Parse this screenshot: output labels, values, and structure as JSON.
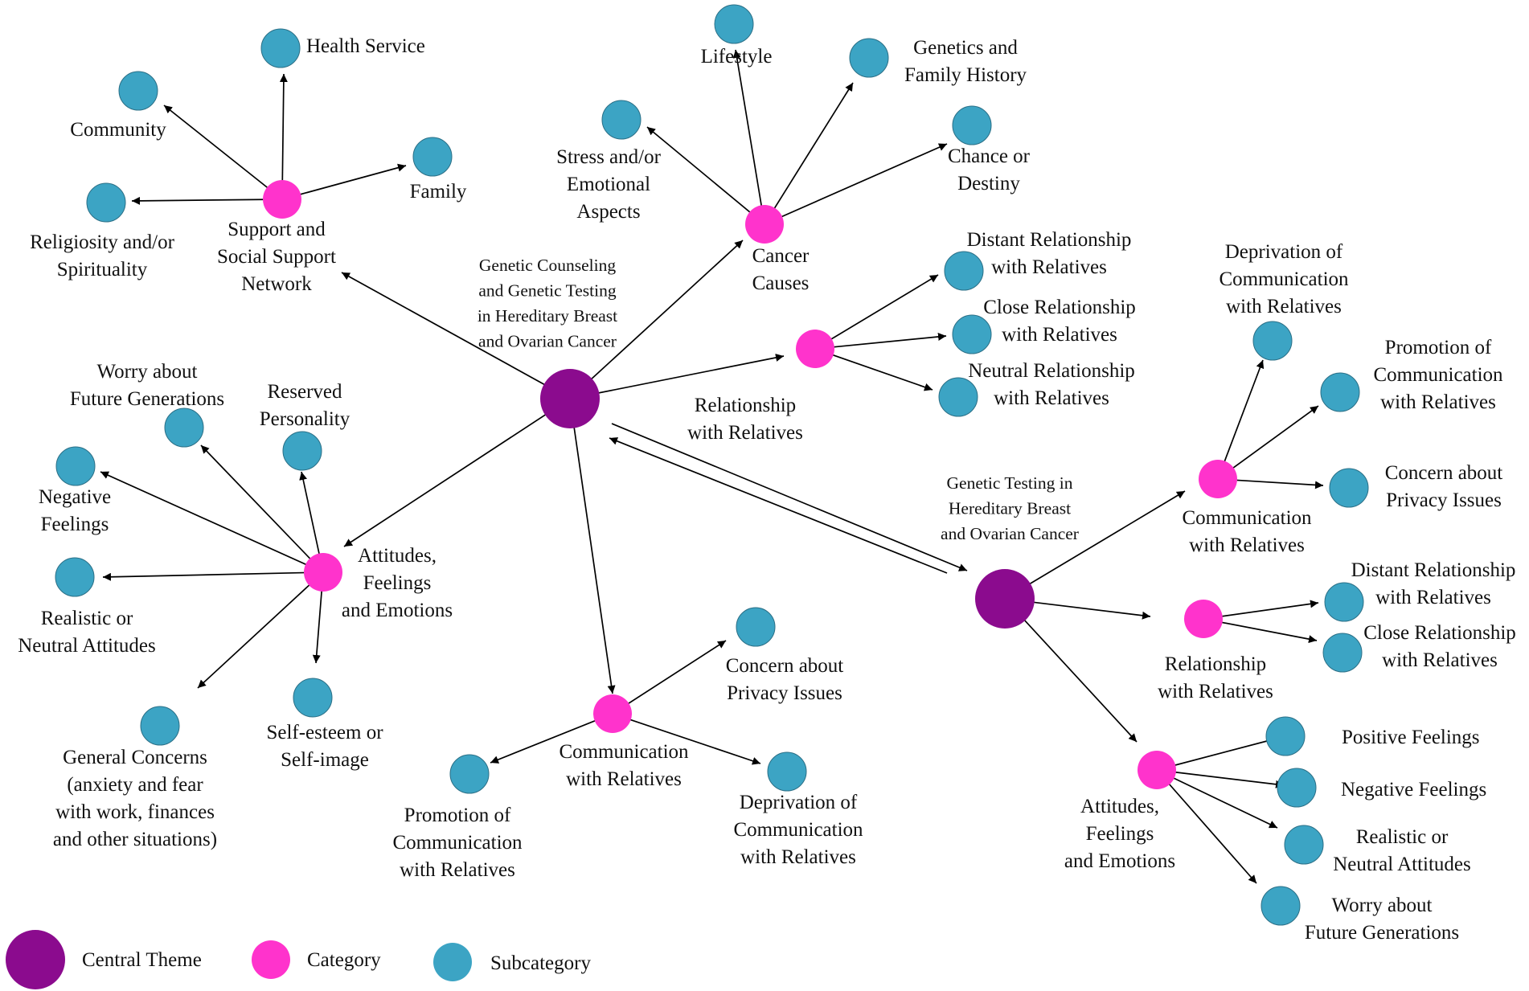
{
  "colors": {
    "central": "#8b0b8e",
    "category": "#ff33cc",
    "subcategory": "#3ca4c4",
    "edge": "#000000"
  },
  "nodes": {
    "c1": {
      "kind": "central",
      "label": [
        "Genetic Counseling",
        "and Genetic Testing",
        "in Hereditary Breast",
        "and Ovarian Cancer"
      ]
    },
    "c2": {
      "kind": "central",
      "label": [
        "Genetic Testing in",
        "Hereditary Breast",
        "and Ovarian Cancer"
      ]
    },
    "cat_support": {
      "kind": "category",
      "label": [
        "Support and",
        "Social Support",
        "Network"
      ]
    },
    "cat_causes": {
      "kind": "category",
      "label": [
        "Cancer",
        "Causes"
      ]
    },
    "cat_rel1": {
      "kind": "category",
      "label": [
        "Relationship",
        "with Relatives"
      ]
    },
    "cat_att1": {
      "kind": "category",
      "label": [
        "Attitudes,",
        "Feelings",
        "and Emotions"
      ]
    },
    "cat_comm1": {
      "kind": "category",
      "label": [
        "Communication",
        "with Relatives"
      ]
    },
    "cat_comm2": {
      "kind": "category",
      "label": [
        "Communication",
        "with Relatives"
      ]
    },
    "cat_rel2": {
      "kind": "category",
      "label": [
        "Relationship",
        "with Relatives"
      ]
    },
    "cat_att2": {
      "kind": "category",
      "label": [
        "Attitudes,",
        "Feelings",
        "and Emotions"
      ]
    },
    "s_health": {
      "kind": "subcategory",
      "label": [
        "Health Service"
      ]
    },
    "s_community": {
      "kind": "subcategory",
      "label": [
        "Community"
      ]
    },
    "s_family": {
      "kind": "subcategory",
      "label": [
        "Family"
      ]
    },
    "s_relig": {
      "kind": "subcategory",
      "label": [
        "Religiosity and/or",
        "Spirituality"
      ]
    },
    "s_lifestyle": {
      "kind": "subcategory",
      "label": [
        "Lifestyle"
      ]
    },
    "s_genetics": {
      "kind": "subcategory",
      "label": [
        "Genetics and",
        "Family History"
      ]
    },
    "s_stress": {
      "kind": "subcategory",
      "label": [
        "Stress and/or",
        "Emotional",
        "Aspects"
      ]
    },
    "s_chance": {
      "kind": "subcategory",
      "label": [
        "Chance or",
        "Destiny"
      ]
    },
    "s_distant1": {
      "kind": "subcategory",
      "label": [
        "Distant Relationship",
        "with Relatives"
      ]
    },
    "s_close1": {
      "kind": "subcategory",
      "label": [
        "Close Relationship",
        "with Relatives"
      ]
    },
    "s_neutral1": {
      "kind": "subcategory",
      "label": [
        "Neutral Relationship",
        "with Relatives"
      ]
    },
    "s_worry1": {
      "kind": "subcategory",
      "label": [
        "Worry about",
        "Future Generations"
      ]
    },
    "s_reserved": {
      "kind": "subcategory",
      "label": [
        "Reserved",
        "Personality"
      ]
    },
    "s_negative1": {
      "kind": "subcategory",
      "label": [
        "Negative",
        "Feelings"
      ]
    },
    "s_realistic1": {
      "kind": "subcategory",
      "label": [
        "Realistic or",
        "Neutral Attitudes"
      ]
    },
    "s_general": {
      "kind": "subcategory",
      "label": [
        "General Concerns",
        "(anxiety and fear",
        "with work, finances",
        "and other situations)"
      ]
    },
    "s_selfesteem": {
      "kind": "subcategory",
      "label": [
        "Self-esteem or",
        "Self-image"
      ]
    },
    "s_privacy1": {
      "kind": "subcategory",
      "label": [
        "Concern about",
        "Privacy Issues"
      ]
    },
    "s_promotion1": {
      "kind": "subcategory",
      "label": [
        "Promotion of",
        "Communication",
        "with Relatives"
      ]
    },
    "s_deprivation1": {
      "kind": "subcategory",
      "label": [
        "Deprivation of",
        "Communication",
        "with Relatives"
      ]
    },
    "s_deprivation2": {
      "kind": "subcategory",
      "label": [
        "Deprivation of",
        "Communication",
        "with Relatives"
      ]
    },
    "s_promotion2": {
      "kind": "subcategory",
      "label": [
        "Promotion of",
        "Communication",
        "with Relatives"
      ]
    },
    "s_privacy2": {
      "kind": "subcategory",
      "label": [
        "Concern about",
        "Privacy Issues"
      ]
    },
    "s_distant2": {
      "kind": "subcategory",
      "label": [
        "Distant Relationship",
        "with Relatives"
      ]
    },
    "s_close2": {
      "kind": "subcategory",
      "label": [
        "Close Relationship",
        "with Relatives"
      ]
    },
    "s_positive2": {
      "kind": "subcategory",
      "label": [
        "Positive Feelings"
      ]
    },
    "s_negative2": {
      "kind": "subcategory",
      "label": [
        "Negative Feelings"
      ]
    },
    "s_realistic2": {
      "kind": "subcategory",
      "label": [
        "Realistic or",
        "Neutral Attitudes"
      ]
    },
    "s_worry2": {
      "kind": "subcategory",
      "label": [
        "Worry about",
        "Future Generations"
      ]
    }
  },
  "edges": [
    {
      "from": "c1",
      "to": "cat_support"
    },
    {
      "from": "c1",
      "to": "cat_causes"
    },
    {
      "from": "c1",
      "to": "cat_rel1"
    },
    {
      "from": "c1",
      "to": "cat_att1"
    },
    {
      "from": "c1",
      "to": "cat_comm1"
    },
    {
      "from": "c1",
      "to": "c2"
    },
    {
      "from": "c2",
      "to": "c1"
    },
    {
      "from": "cat_support",
      "to": "s_health"
    },
    {
      "from": "cat_support",
      "to": "s_community"
    },
    {
      "from": "cat_support",
      "to": "s_family"
    },
    {
      "from": "cat_support",
      "to": "s_relig"
    },
    {
      "from": "cat_causes",
      "to": "s_lifestyle"
    },
    {
      "from": "cat_causes",
      "to": "s_genetics"
    },
    {
      "from": "cat_causes",
      "to": "s_stress"
    },
    {
      "from": "cat_causes",
      "to": "s_chance"
    },
    {
      "from": "cat_rel1",
      "to": "s_distant1"
    },
    {
      "from": "cat_rel1",
      "to": "s_close1"
    },
    {
      "from": "cat_rel1",
      "to": "s_neutral1"
    },
    {
      "from": "cat_att1",
      "to": "s_worry1"
    },
    {
      "from": "cat_att1",
      "to": "s_reserved"
    },
    {
      "from": "cat_att1",
      "to": "s_negative1"
    },
    {
      "from": "cat_att1",
      "to": "s_realistic1"
    },
    {
      "from": "cat_att1",
      "to": "s_general"
    },
    {
      "from": "cat_att1",
      "to": "s_selfesteem"
    },
    {
      "from": "cat_comm1",
      "to": "s_privacy1"
    },
    {
      "from": "cat_comm1",
      "to": "s_promotion1"
    },
    {
      "from": "cat_comm1",
      "to": "s_deprivation1"
    },
    {
      "from": "c2",
      "to": "cat_comm2"
    },
    {
      "from": "c2",
      "to": "cat_rel2"
    },
    {
      "from": "c2",
      "to": "cat_att2"
    },
    {
      "from": "cat_comm2",
      "to": "s_deprivation2"
    },
    {
      "from": "cat_comm2",
      "to": "s_promotion2"
    },
    {
      "from": "cat_comm2",
      "to": "s_privacy2"
    },
    {
      "from": "cat_rel2",
      "to": "s_distant2"
    },
    {
      "from": "cat_rel2",
      "to": "s_close2"
    },
    {
      "from": "cat_att2",
      "to": "s_positive2"
    },
    {
      "from": "cat_att2",
      "to": "s_negative2"
    },
    {
      "from": "cat_att2",
      "to": "s_realistic2"
    },
    {
      "from": "cat_att2",
      "to": "s_worry2"
    }
  ],
  "legend": [
    {
      "kind": "central",
      "label": "Central Theme"
    },
    {
      "kind": "category",
      "label": "Category"
    },
    {
      "kind": "subcategory",
      "label": "Subcategory"
    }
  ]
}
